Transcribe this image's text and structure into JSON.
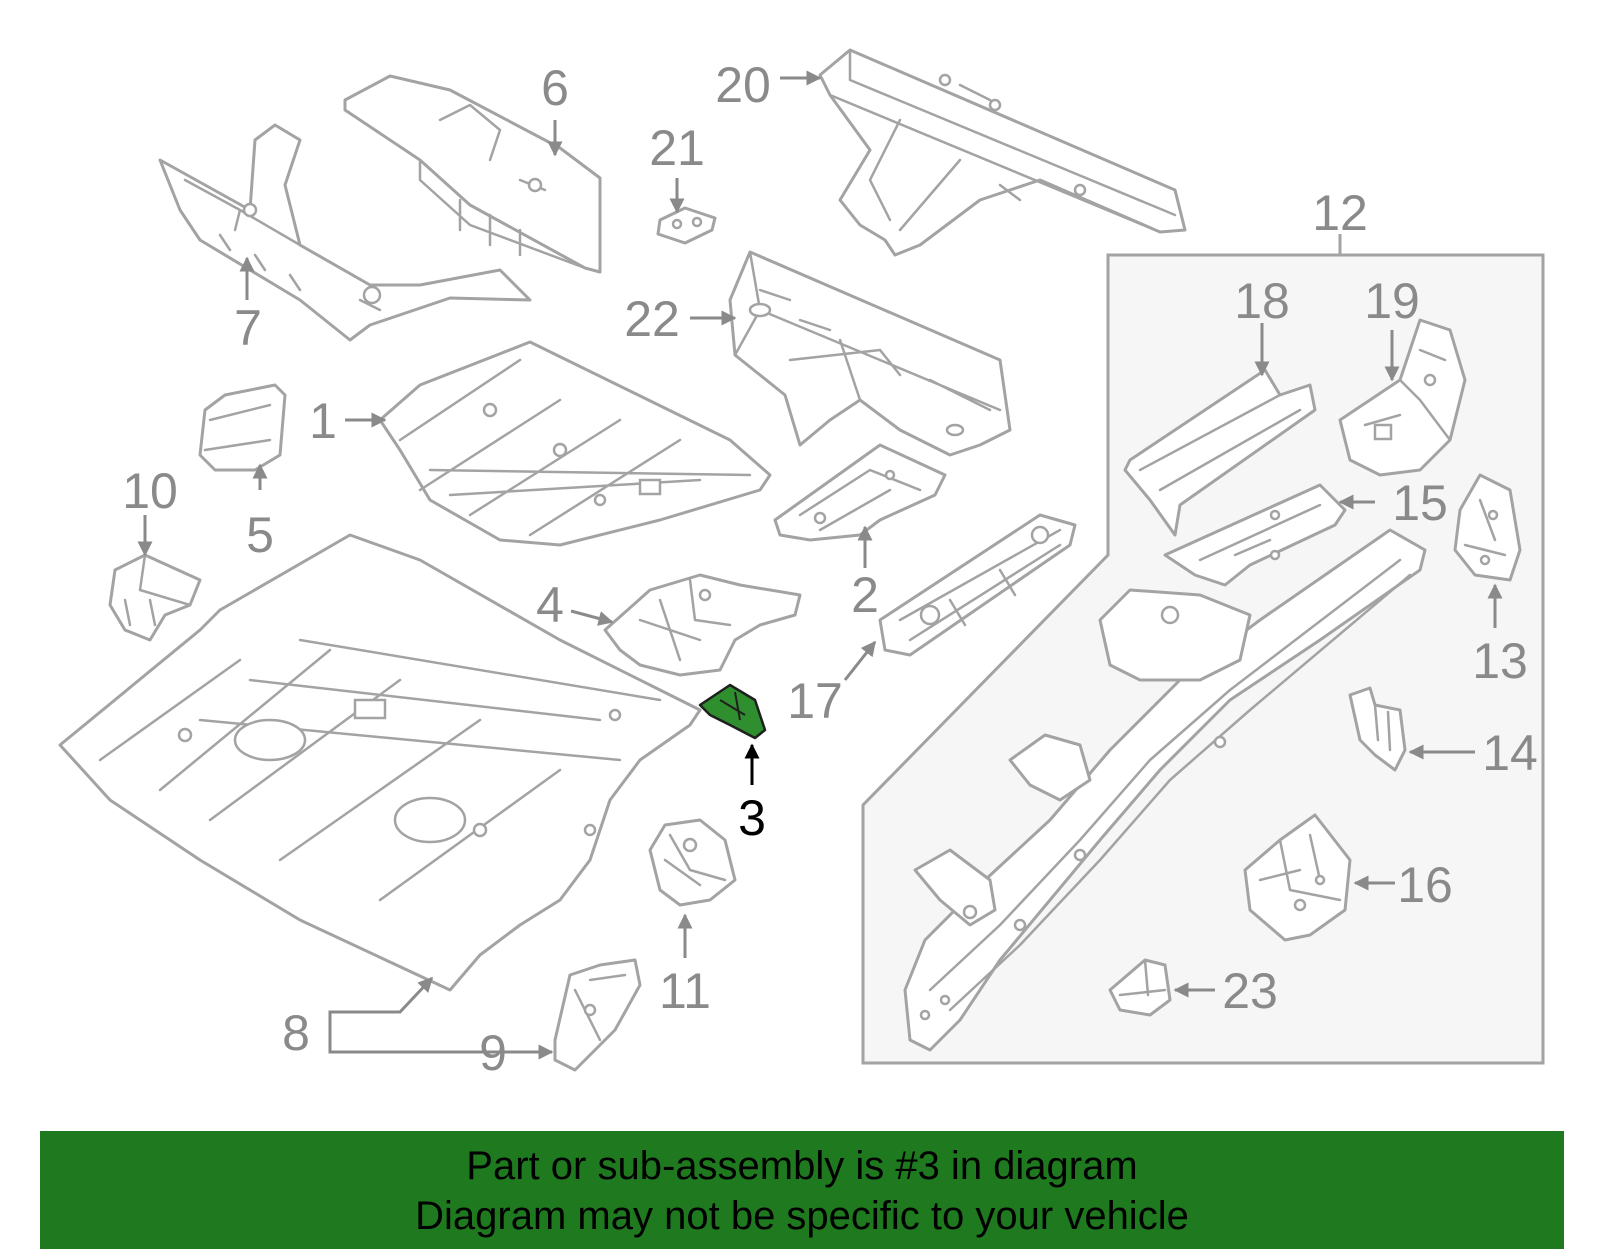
{
  "diagram": {
    "highlight_color": "#2f8f2f",
    "callouts": [
      {
        "id": "1",
        "label": "1"
      },
      {
        "id": "2",
        "label": "2"
      },
      {
        "id": "3",
        "label": "3",
        "highlighted": true
      },
      {
        "id": "4",
        "label": "4"
      },
      {
        "id": "5",
        "label": "5"
      },
      {
        "id": "6",
        "label": "6"
      },
      {
        "id": "7",
        "label": "7"
      },
      {
        "id": "8",
        "label": "8"
      },
      {
        "id": "9",
        "label": "9"
      },
      {
        "id": "10",
        "label": "10"
      },
      {
        "id": "11",
        "label": "11"
      },
      {
        "id": "12",
        "label": "12"
      },
      {
        "id": "13",
        "label": "13"
      },
      {
        "id": "14",
        "label": "14"
      },
      {
        "id": "15",
        "label": "15"
      },
      {
        "id": "16",
        "label": "16"
      },
      {
        "id": "17",
        "label": "17"
      },
      {
        "id": "18",
        "label": "18"
      },
      {
        "id": "19",
        "label": "19"
      },
      {
        "id": "20",
        "label": "20"
      },
      {
        "id": "21",
        "label": "21"
      },
      {
        "id": "22",
        "label": "22"
      },
      {
        "id": "23",
        "label": "23"
      }
    ]
  },
  "banner": {
    "line1": "Part or sub-assembly is #3 in diagram",
    "line2": "Diagram may not be specific to your vehicle",
    "background": "#1f7a1f"
  }
}
